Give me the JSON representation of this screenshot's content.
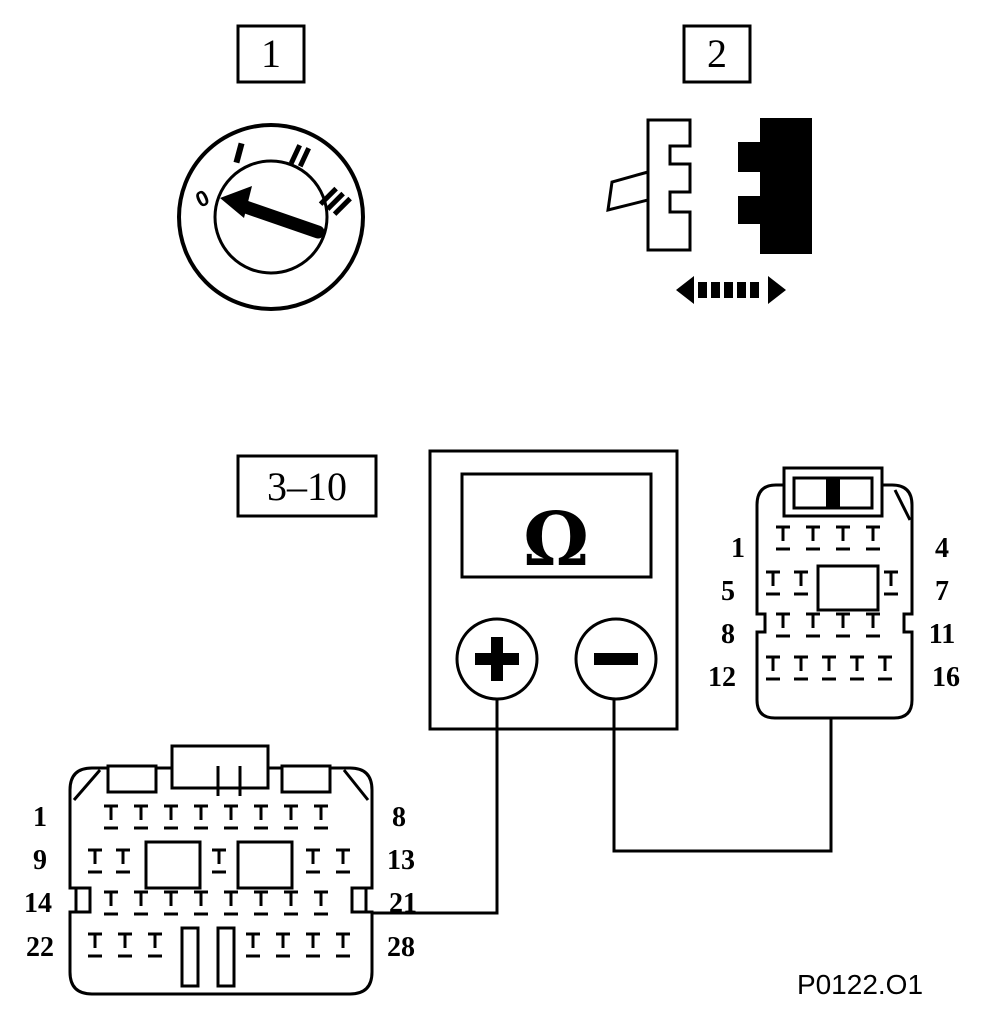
{
  "steps": {
    "step1": "1",
    "step2": "2",
    "step3": "3–10"
  },
  "ignition_switch": {
    "positions": [
      "0",
      "I",
      "II",
      "III"
    ]
  },
  "meter": {
    "symbol": "Ω",
    "positive_symbol": "+",
    "negative_symbol": "−"
  },
  "connector_small": {
    "pins_row1": [
      "1",
      "4"
    ],
    "pins_row2": [
      "5",
      "7"
    ],
    "pins_row3": [
      "8",
      "11"
    ],
    "pins_row4": [
      "12",
      "16"
    ]
  },
  "connector_large": {
    "pins_row1": [
      "1",
      "8"
    ],
    "pins_row2": [
      "9",
      "13"
    ],
    "pins_row3": [
      "14",
      "21"
    ],
    "pins_row4": [
      "22",
      "28"
    ]
  },
  "reference_code": "P0122.O1",
  "colors": {
    "ink": "#000000",
    "paper": "#ffffff"
  },
  "icons": [
    "ignition-switch-icon",
    "connector-unplug-icon",
    "ohmmeter-icon"
  ]
}
